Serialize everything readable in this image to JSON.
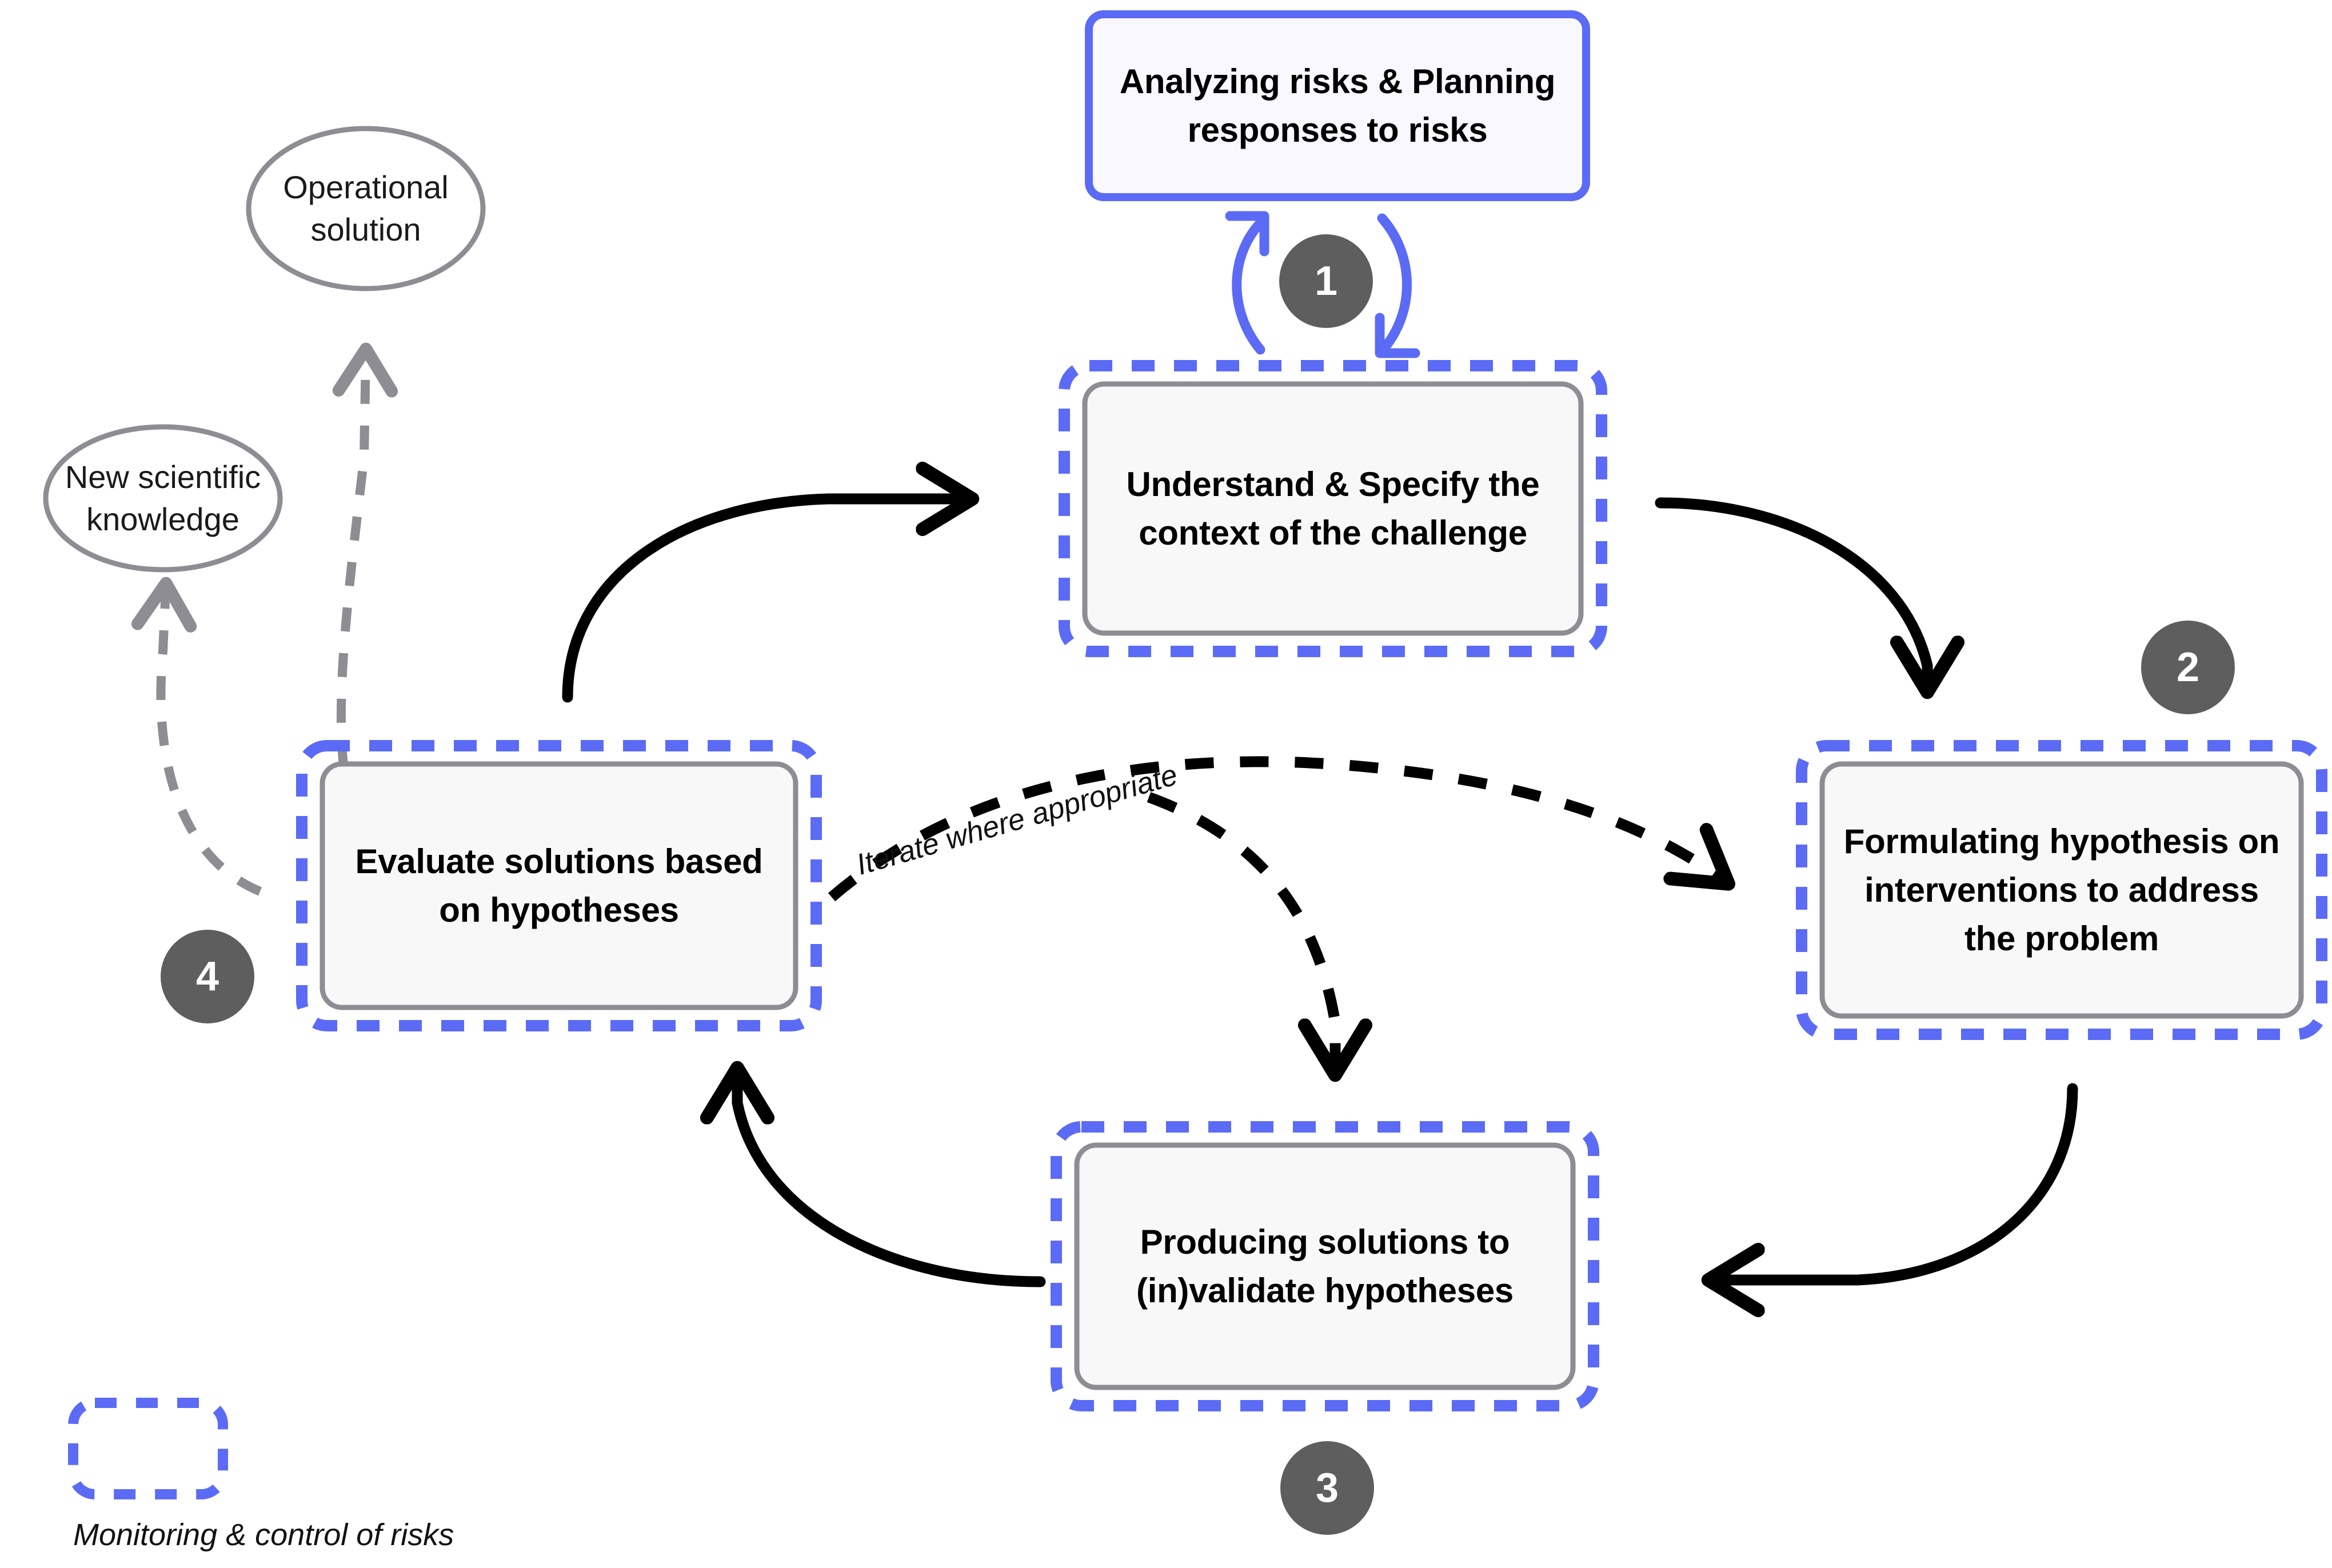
{
  "diagram": {
    "title_node": {
      "label": "Analyzing risks & Planning responses to risks",
      "line1": "Analyzing risks & Planning",
      "line2": "responses to risks"
    },
    "steps": [
      {
        "number": "1",
        "label": "Understand & Specify the context of the challenge",
        "line1": "Understand & Specify the",
        "line2": "context of the challenge"
      },
      {
        "number": "2",
        "label": "Formulating hypothesis on interventions to address the problem",
        "line1": "Formulating hypothesis on",
        "line2": "interventions to address",
        "line3": "the problem"
      },
      {
        "number": "3",
        "label": "Producing solutions to (in)validate hypotheses",
        "line1": "Producing solutions to",
        "line2": "(in)validate hypotheses"
      },
      {
        "number": "4",
        "label": "Evaluate solutions based on hypotheses",
        "line1": "Evaluate solutions based",
        "line2": "on hypotheses"
      }
    ],
    "outcomes": [
      {
        "label": "Operational solution",
        "line1": "Operational",
        "line2": "solution"
      },
      {
        "label": "New scientific knowledge",
        "line1": "New scientific",
        "line2": "knowledge"
      }
    ],
    "annotations": {
      "iterate": "Iterate where appropriate"
    },
    "legend": {
      "caption": "Monitoring & control of risks"
    },
    "colors": {
      "accent_blue": "#5c6bf5",
      "box_fill": "#f8f8f8",
      "header_fill": "#f8f8fe",
      "badge_gray": "#5e5e5e",
      "outline_gray": "#8d8d93",
      "arrow_black": "#000000",
      "background": "#ffffff"
    }
  }
}
